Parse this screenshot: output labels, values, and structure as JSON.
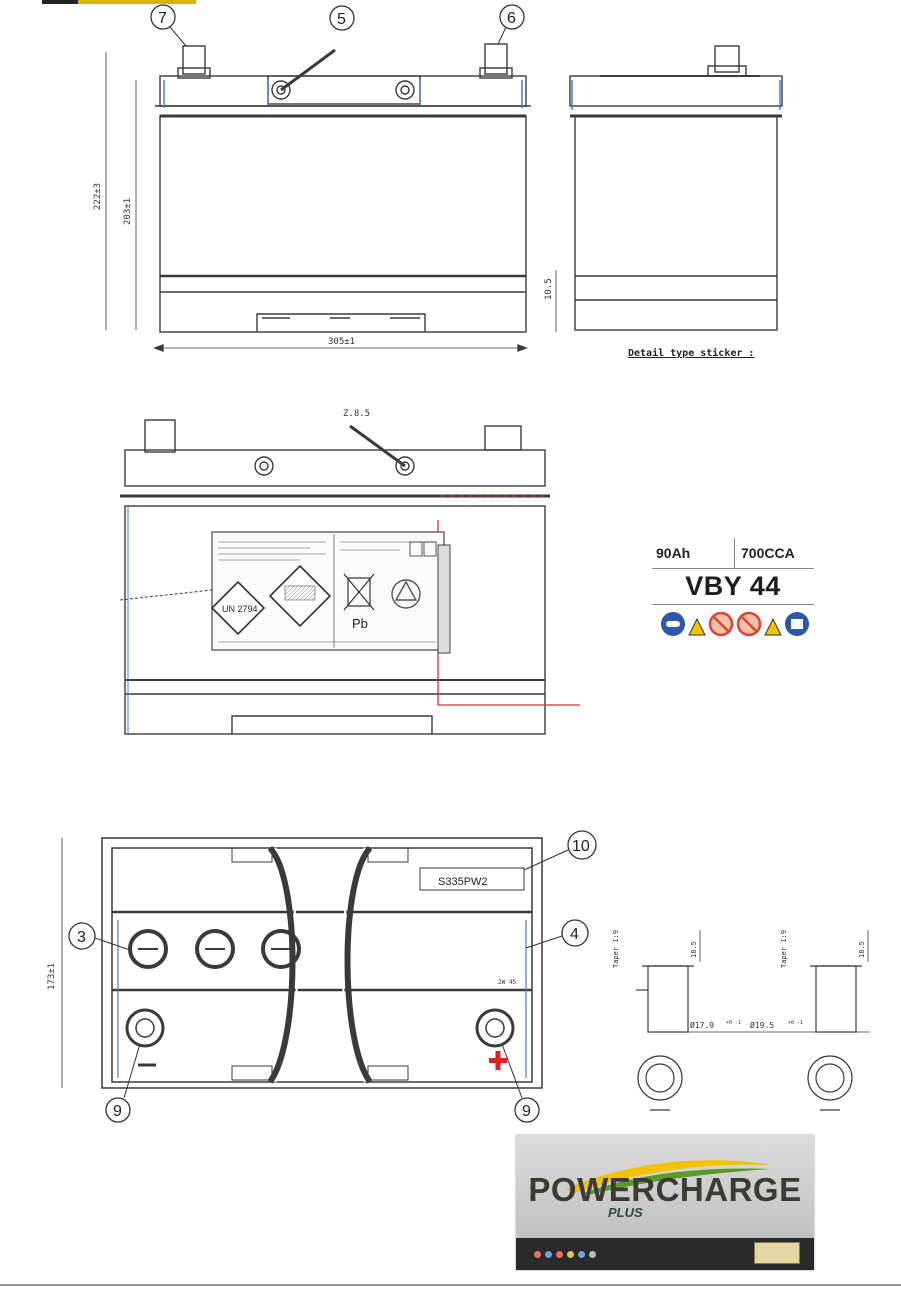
{
  "callouts": {
    "c7": "7",
    "c5": "5",
    "c6": "6",
    "c10": "10",
    "c3": "3",
    "c4": "4",
    "c9a": "9",
    "c9b": "9"
  },
  "front_view": {
    "height_total": "222±3",
    "height_box": "203±1",
    "width": "305±1",
    "side_dim": "10.5"
  },
  "side_view": {
    "sticker_caption": "Detail type sticker :"
  },
  "label_view": {
    "angle_note": "Z.8.5",
    "un_number": "UN 2794",
    "pb_text": "Pb"
  },
  "top_view": {
    "part_number": "S335PW2",
    "depth": "173±1",
    "tab_text": "2W 45"
  },
  "terminal_detail": {
    "left_dim": "17.9",
    "right_dim": "19.5",
    "left_taper": "Ø17.9 ",
    "left_taper_tol": "+0 -1",
    "right_taper": "Ø19.5 ",
    "right_taper_tol": "+0 -1",
    "taper_label": "Taper 1:9",
    "height_label": "18.5"
  },
  "spec_label": {
    "capacity": "90Ah",
    "cca": "700CCA",
    "model": "VBY 44"
  },
  "brand": {
    "name": "POWERCHARGE",
    "subname": "PLUS",
    "colors": {
      "swoosh_yellow": "#f2c200",
      "swoosh_green": "#5a9a2a",
      "text": "#3b3a35"
    }
  },
  "colors": {
    "line": "#3a3a3a",
    "accent_blue": "#4a7fd0",
    "accent_red": "#d23030",
    "plus_red": "#e01f1f"
  }
}
